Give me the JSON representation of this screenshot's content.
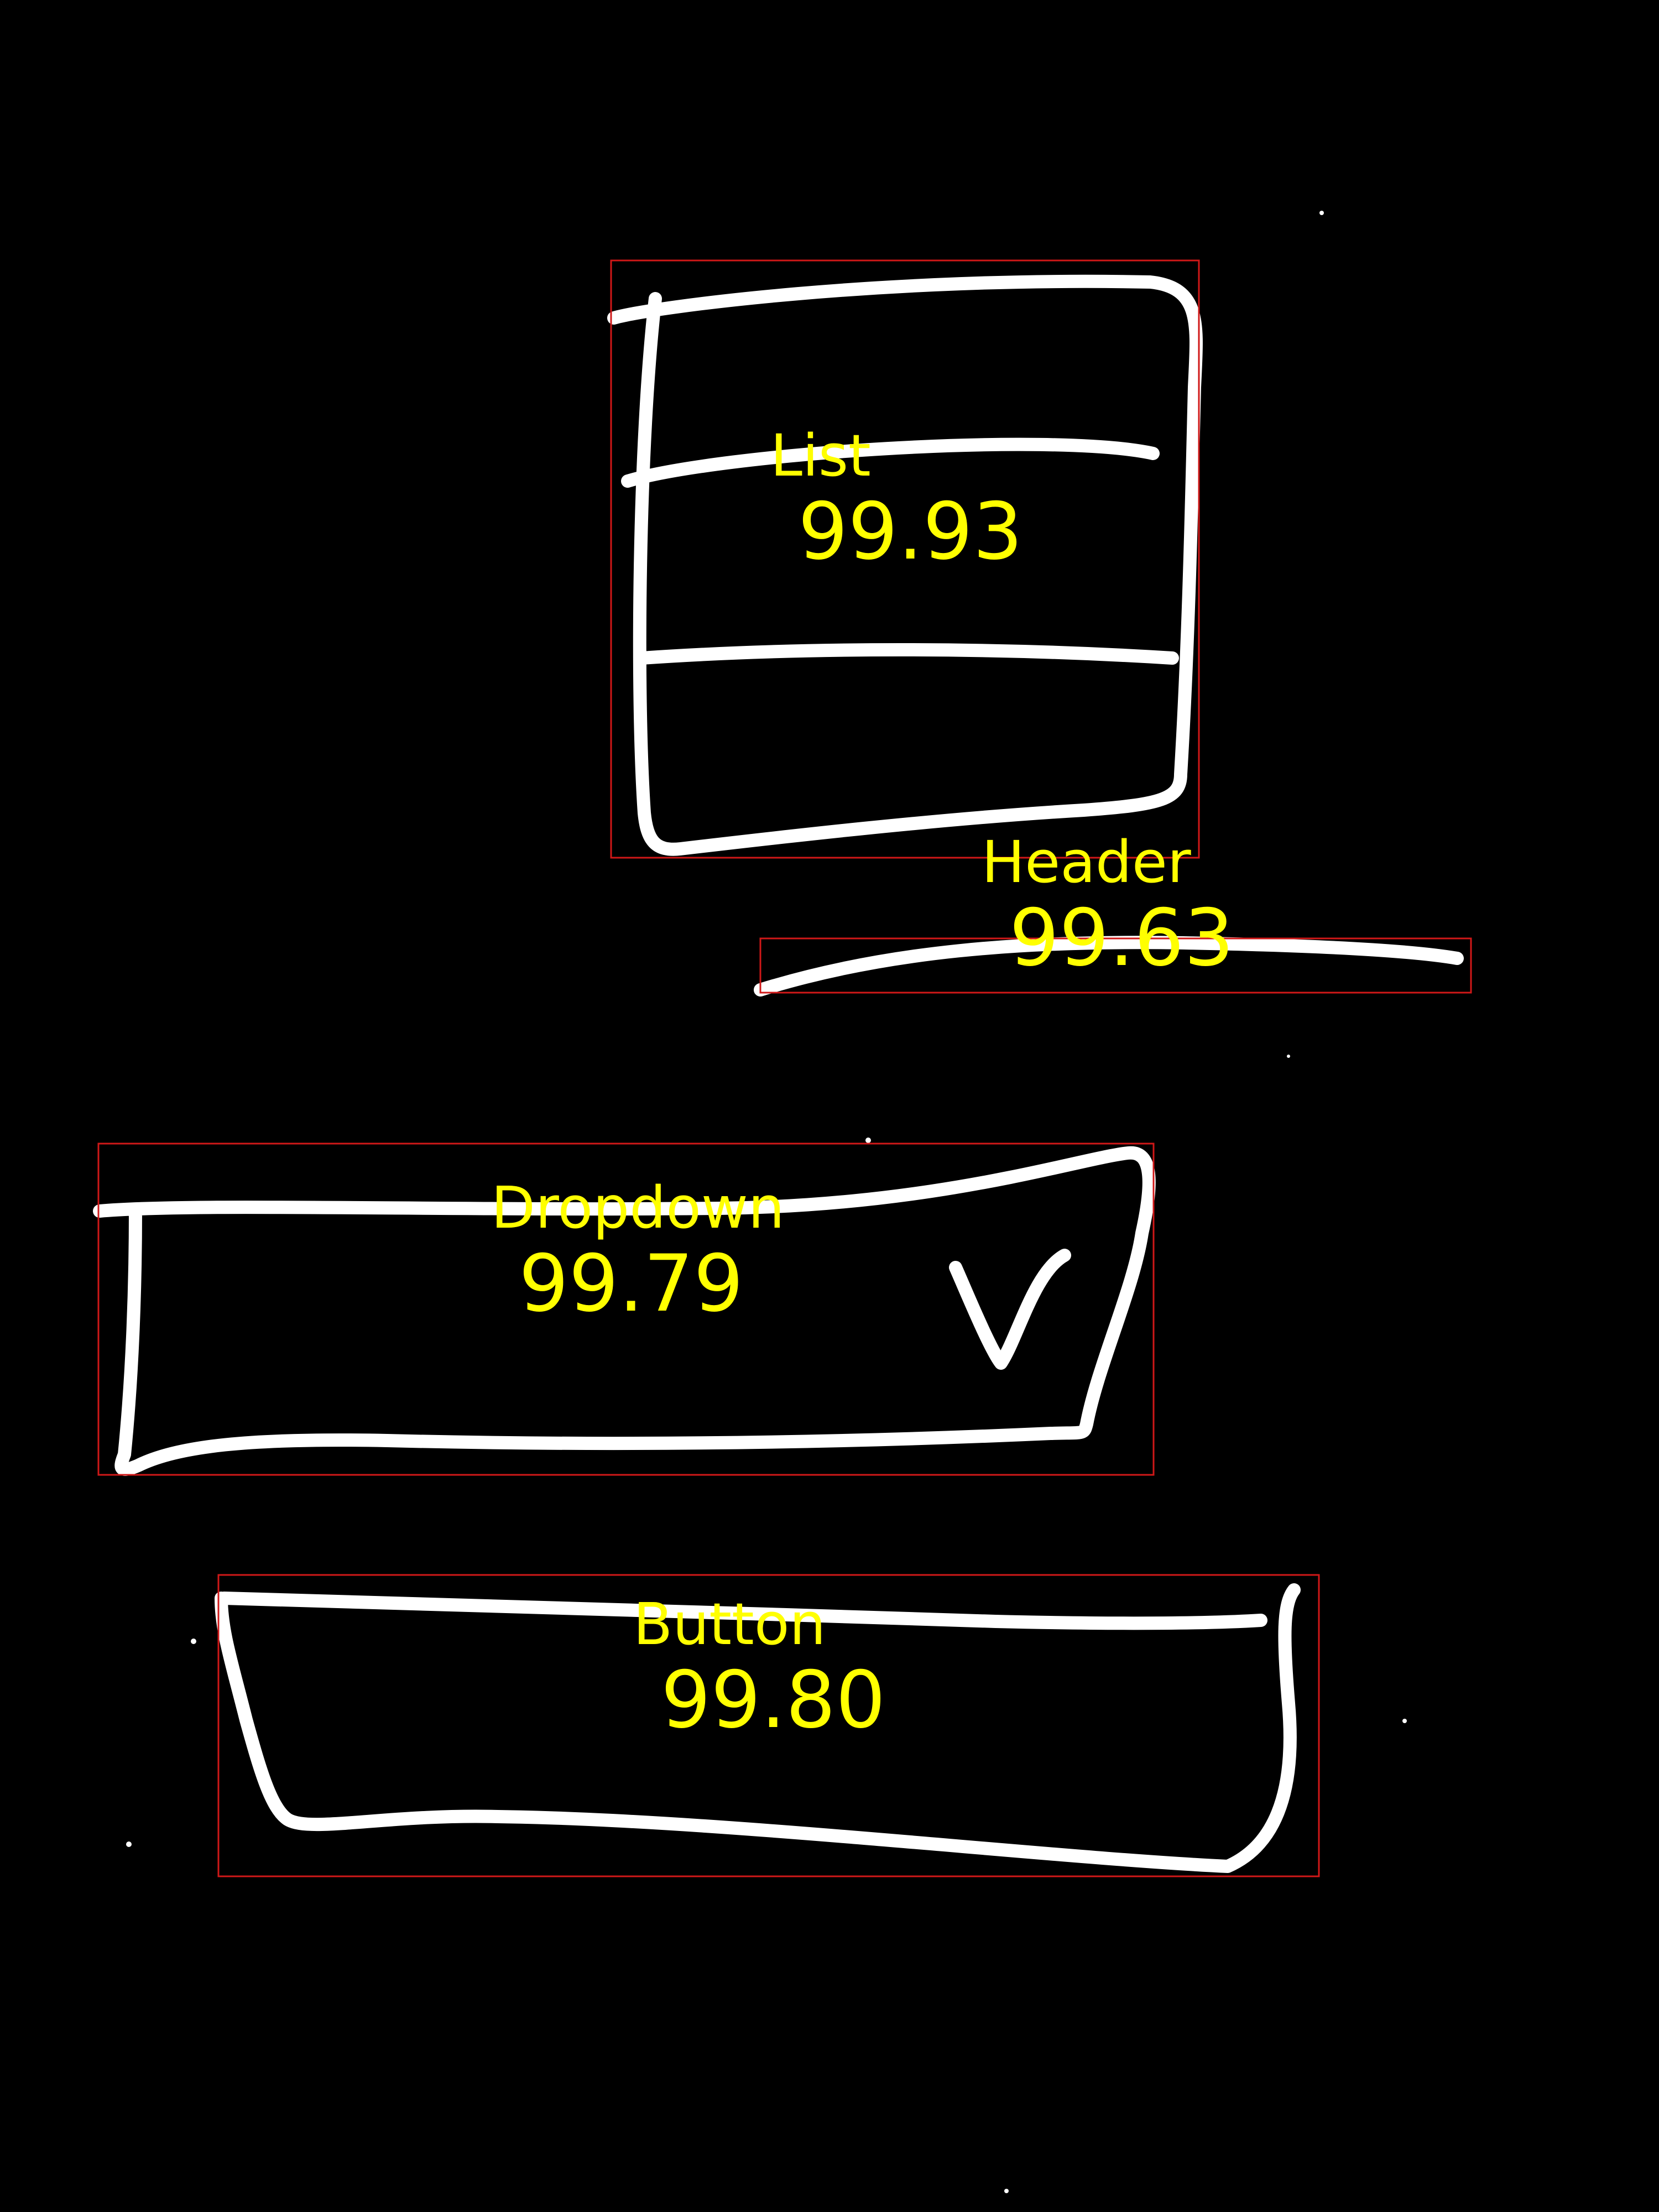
{
  "colors": {
    "background": "#000000",
    "sketch": "#ffffff",
    "box": "#d01818",
    "label": "#ffff00"
  },
  "detections": [
    {
      "label": "List",
      "score": "99.93"
    },
    {
      "label": "Header",
      "score": "99.63"
    },
    {
      "label": "Dropdown",
      "score": "99.79"
    },
    {
      "label": "Button",
      "score": "99.80"
    }
  ]
}
